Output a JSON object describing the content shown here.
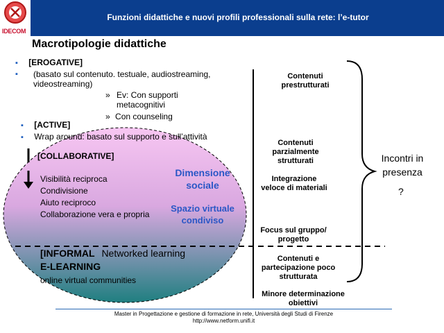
{
  "header": {
    "title": "Funzioni didattiche e nuovi profili professionali sulla rete: l’e-tutor"
  },
  "logo": {
    "text": "IDECOM",
    "color": "#c8102e"
  },
  "slide_title": "Macrotipologie didattiche",
  "left": {
    "erogative": "[EROGATIVE]",
    "erogative_desc": "(basato sul contenuto. testuale, audiostreaming, videostreaming)",
    "sub1": "Ev: Con supporti metacognitivi",
    "sub2": "Con counseling",
    "active": "[ACTIVE]",
    "wrap": "Wrap around: basato sul supporto e sull’attività",
    "collaborative": "[COLLABORATIVE]",
    "collab_items": [
      "Visibilità reciproca",
      "Condivisione",
      "Aiuto reciproco",
      "Collaborazione vera e propria"
    ],
    "informal_1": "[INFORMAL",
    "networked": "Networked learning",
    "informal_2": "E-LEARNING",
    "online": "online virtual communities"
  },
  "center": {
    "dimensione": "Dimensione sociale",
    "spazio": "Spazio virtuale condiviso"
  },
  "right_column": [
    "Contenuti prestrutturati",
    "Contenuti parzialmente strutturati",
    "Integrazione veloce di materiali",
    "Focus sul gruppo/ progetto",
    "Contenuti e partecipazione poco strutturata",
    "Minore determinazione obiettivi"
  ],
  "brace_note": {
    "text": "Incontri in presenza",
    "question": "?"
  },
  "footer": {
    "line1": "Master in Progettazione e gestione di formazione in rete, Università degli Studi di Firenze",
    "line2": "http://www.netform.unifi.it"
  },
  "colors": {
    "header": "#0b3e8e",
    "accent_blue": "#2a57c6",
    "ellipse_top": "#f7c6f2",
    "ellipse_bottom": "#1f7f80"
  }
}
